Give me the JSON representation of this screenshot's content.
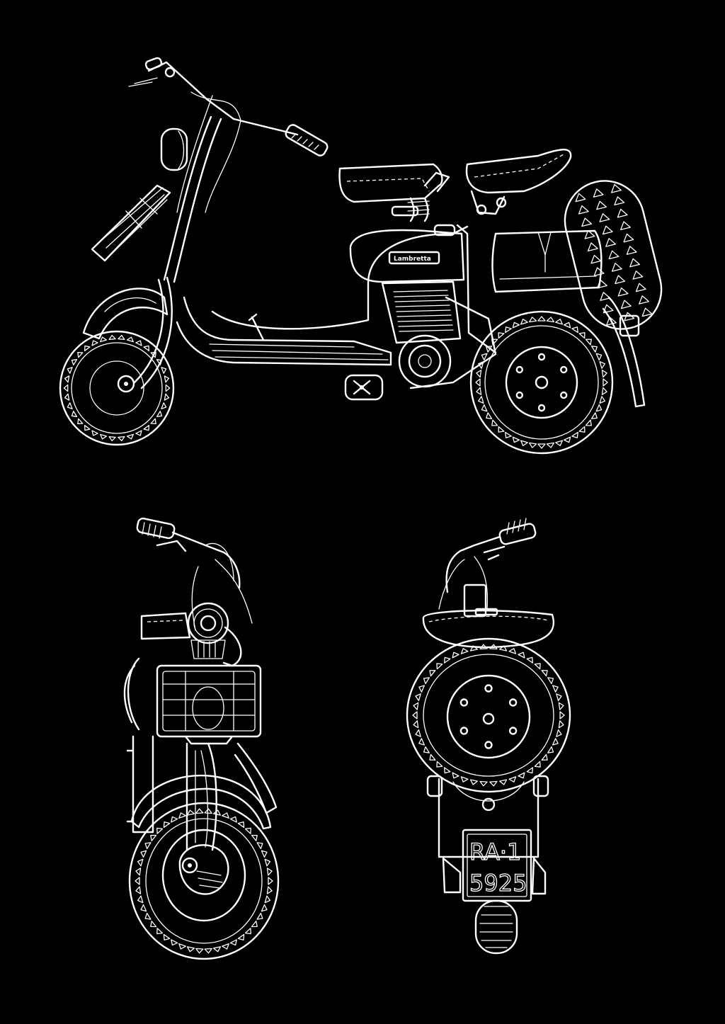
{
  "colors": {
    "background": "#000000",
    "line": "#ffffff"
  },
  "views": [
    {
      "name": "side-view"
    },
    {
      "name": "front-view"
    },
    {
      "name": "rear-view"
    }
  ],
  "side_view": {
    "brand_badge": "Lambretta"
  },
  "rear_view": {
    "plate_line_1": "RA·1",
    "plate_line_2": "5925"
  }
}
